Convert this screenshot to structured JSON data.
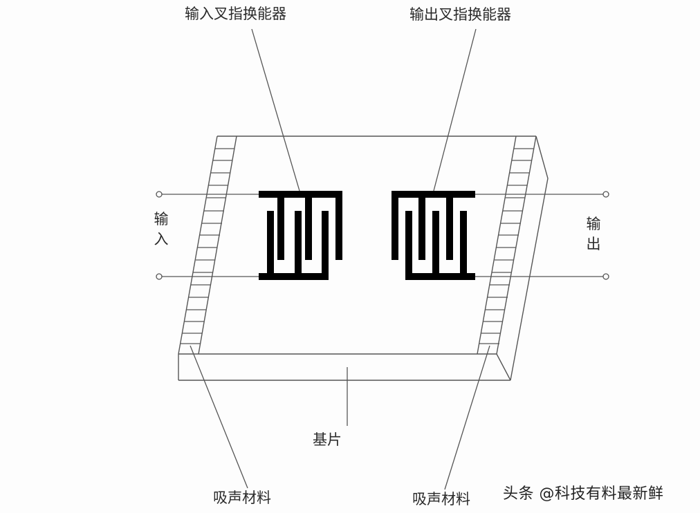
{
  "labels": {
    "input_idt": "输入叉指换能器",
    "output_idt": "输出叉指换能器",
    "input_port": "输入",
    "output_port": "输出",
    "substrate": "基片",
    "absorber_left": "吸声材料",
    "absorber_right": "吸声材料"
  },
  "watermark": "头条 @科技有料最新鲜",
  "colors": {
    "background": "#fdfdfd",
    "line": "#555555",
    "electrode": "#000000",
    "text": "#2a2a2a"
  }
}
